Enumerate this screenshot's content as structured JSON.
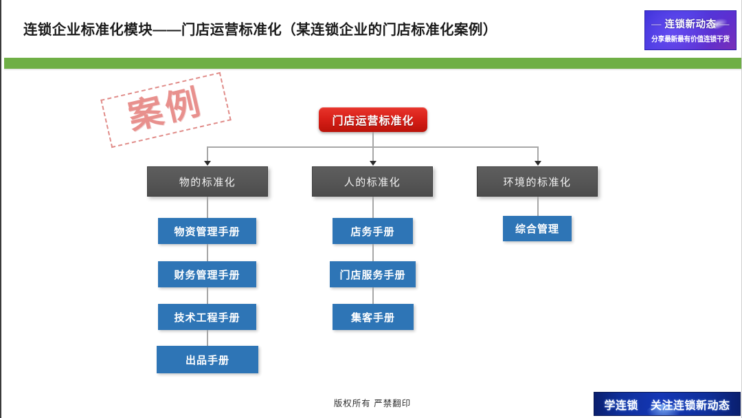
{
  "header": {
    "title": "连锁企业标准化模块——门店运营标准化（某连锁企业的门店标准化案例）",
    "green_bar_color": "#6FAF46"
  },
  "brand_badge": {
    "dash_left": "—",
    "title": "连锁新动态",
    "dash_right": "—",
    "subtitle": "分享最新最有价值连锁干货",
    "background_color": "#4B3BE0"
  },
  "stamp": {
    "label": "案例",
    "color": "#E8908D"
  },
  "diagram": {
    "root": {
      "label": "门店运营标准化",
      "color": "#D71F18"
    },
    "branch_color": "#565656",
    "leaf_color": "#2E75B6",
    "branches": [
      {
        "label": "物的标准化",
        "items": [
          {
            "label": "物资管理手册"
          },
          {
            "label": "财务管理手册"
          },
          {
            "label": "技术工程手册"
          },
          {
            "label": "出品手册"
          }
        ]
      },
      {
        "label": "人的标准化",
        "items": [
          {
            "label": "店务手册"
          },
          {
            "label": "门店服务手册"
          },
          {
            "label": "集客手册"
          }
        ]
      },
      {
        "label": "环境的标准化",
        "items": [
          {
            "label": "综合管理"
          }
        ]
      }
    ]
  },
  "footer": {
    "copyright": "版权所有  严禁翻印",
    "banner_left": "学连锁",
    "banner_right": "关注连锁新动态"
  }
}
